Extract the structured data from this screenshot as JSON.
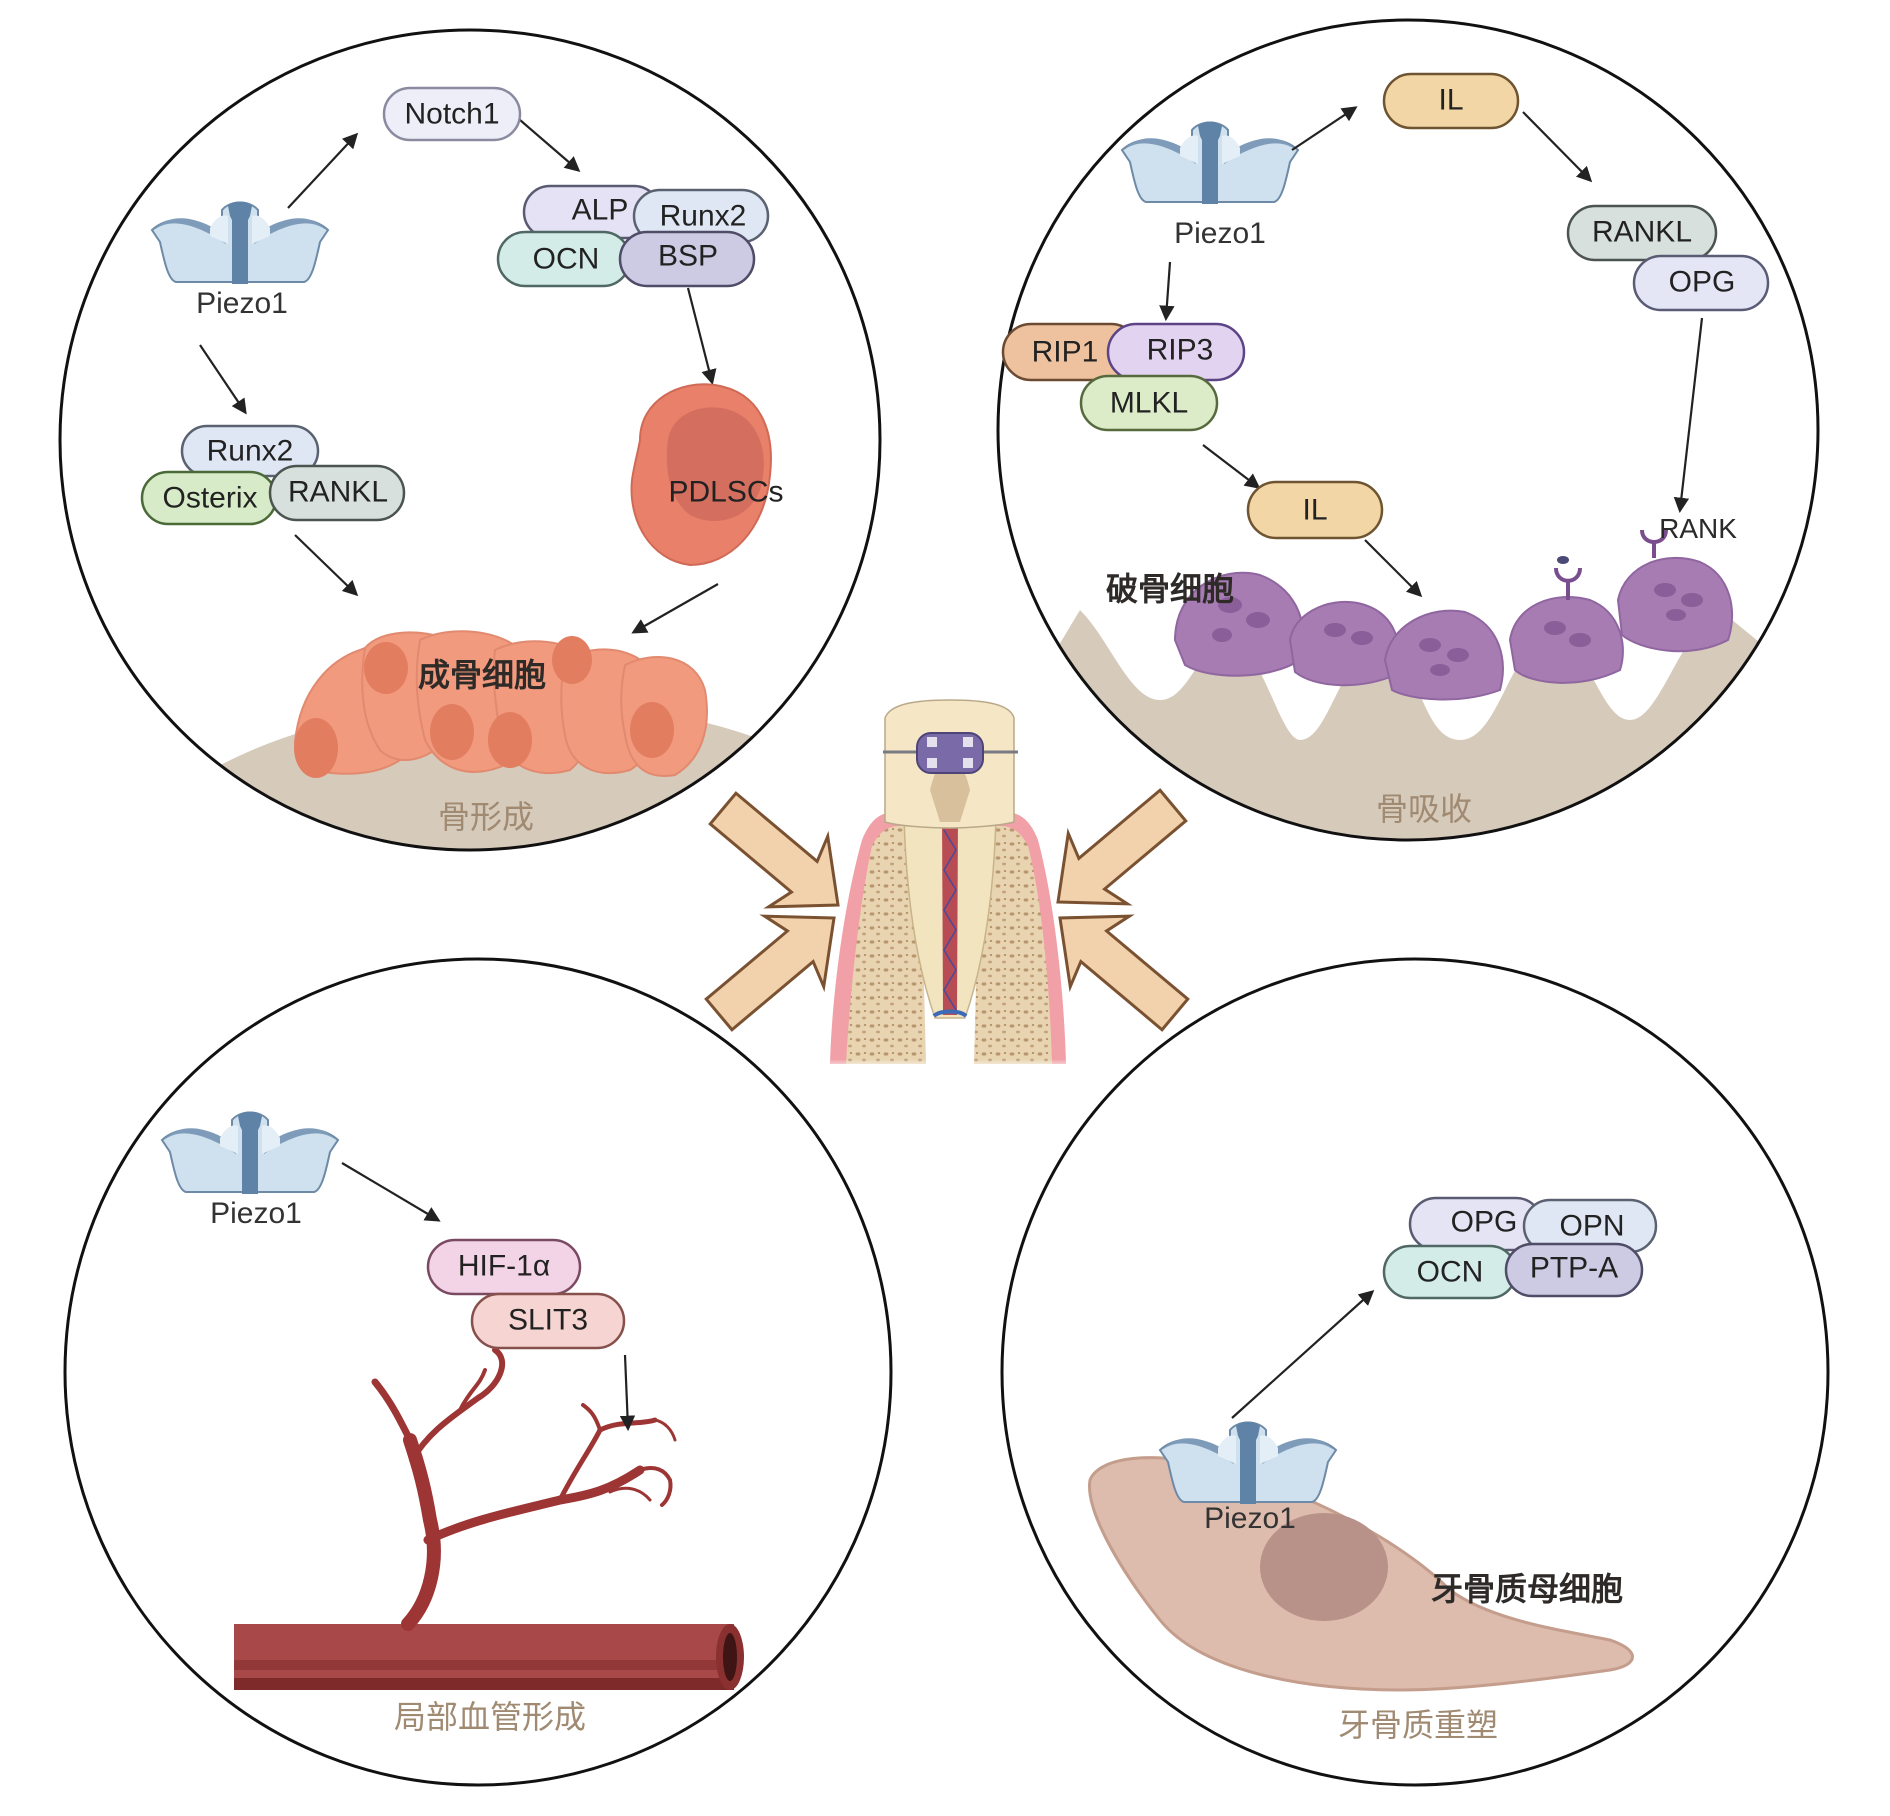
{
  "figure": {
    "colors": {
      "circle_stroke": "#111111",
      "arrow": "#222222",
      "force_arrow_fill": "#f1d2ad",
      "force_arrow_stroke": "#7a5232",
      "bone": "#d6cabb",
      "caption": "#a08a72",
      "osteoblast": "#f19a7e",
      "osteoclast": "#a77cb2",
      "vessel": "#9e3535",
      "odontoblast": "#ddbcae",
      "piezo_light": "#cfe0ee",
      "piezo_dark": "#5e83a6"
    },
    "center": {
      "label": "orthodontic tooth under force",
      "force_arrow_count": 4
    },
    "panels": [
      {
        "id": "bone-formation",
        "caption": "骨形成",
        "cell_label": "成骨细胞",
        "receptor": "Piezo1",
        "proteins": {
          "notch1": {
            "label": "Notch1",
            "fill": "#eeeef8",
            "stroke": "#8a8aa0"
          },
          "alp": {
            "label": "ALP",
            "fill": "#e4e2f4",
            "stroke": "#5a5a72"
          },
          "runx2_top": {
            "label": "Runx2",
            "fill": "#dfe7f4",
            "stroke": "#5a6272"
          },
          "ocn": {
            "label": "OCN",
            "fill": "#d4ece8",
            "stroke": "#4f6864"
          },
          "bsp": {
            "label": "BSP",
            "fill": "#cdcbe4",
            "stroke": "#4e4c66"
          },
          "runx2_left": {
            "label": "Runx2",
            "fill": "#dfe7f4",
            "stroke": "#5a6272"
          },
          "osterix": {
            "label": "Osterix",
            "fill": "#d7ebc8",
            "stroke": "#4a6a38"
          },
          "rankl": {
            "label": "RANKL",
            "fill": "#d7e0dc",
            "stroke": "#4c5450"
          }
        },
        "stem_cell": {
          "label": "PDLSCs",
          "fill": "#e8806a",
          "nucleus": "#d46e5e"
        }
      },
      {
        "id": "bone-resorption",
        "caption": "骨吸收",
        "cell_label": "破骨细胞",
        "receptor": "Piezo1",
        "proteins": {
          "il_top": {
            "label": "IL",
            "fill": "#f2d6a6",
            "stroke": "#6e5430"
          },
          "rankl": {
            "label": "RANKL",
            "fill": "#d7e0dc",
            "stroke": "#4c5450"
          },
          "opg": {
            "label": "OPG",
            "fill": "#e4e6f6",
            "stroke": "#5a5c76"
          },
          "rip1": {
            "label": "RIP1",
            "fill": "#eec29e",
            "stroke": "#6c4a32"
          },
          "rip3": {
            "label": "RIP3",
            "fill": "#e2d4f0",
            "stroke": "#5c4486"
          },
          "mlkl": {
            "label": "MLKL",
            "fill": "#dcebc8",
            "stroke": "#566a3e"
          },
          "il_mid": {
            "label": "IL",
            "fill": "#f2d6a6",
            "stroke": "#6e5430"
          }
        },
        "receptor_label": "RANK"
      },
      {
        "id": "angiogenesis",
        "caption": "局部血管形成",
        "receptor": "Piezo1",
        "proteins": {
          "hif1a": {
            "label": "HIF-1α",
            "fill": "#f2d4e6",
            "stroke": "#7a4a62"
          },
          "slit3": {
            "label": "SLIT3",
            "fill": "#f6d4d2",
            "stroke": "#86504c"
          }
        }
      },
      {
        "id": "cementum-remodeling",
        "caption": "牙骨质重塑",
        "cell_label": "牙骨质母细胞",
        "receptor": "Piezo1",
        "proteins": {
          "opg": {
            "label": "OPG",
            "fill": "#e4e4f4",
            "stroke": "#5a5a72"
          },
          "opn": {
            "label": "OPN",
            "fill": "#dfe7f4",
            "stroke": "#5a6272"
          },
          "ocn": {
            "label": "OCN",
            "fill": "#d4ece8",
            "stroke": "#4f6864"
          },
          "ptpa": {
            "label": "PTP-A",
            "fill": "#cdcbe4",
            "stroke": "#4e4c66"
          }
        }
      }
    ]
  }
}
